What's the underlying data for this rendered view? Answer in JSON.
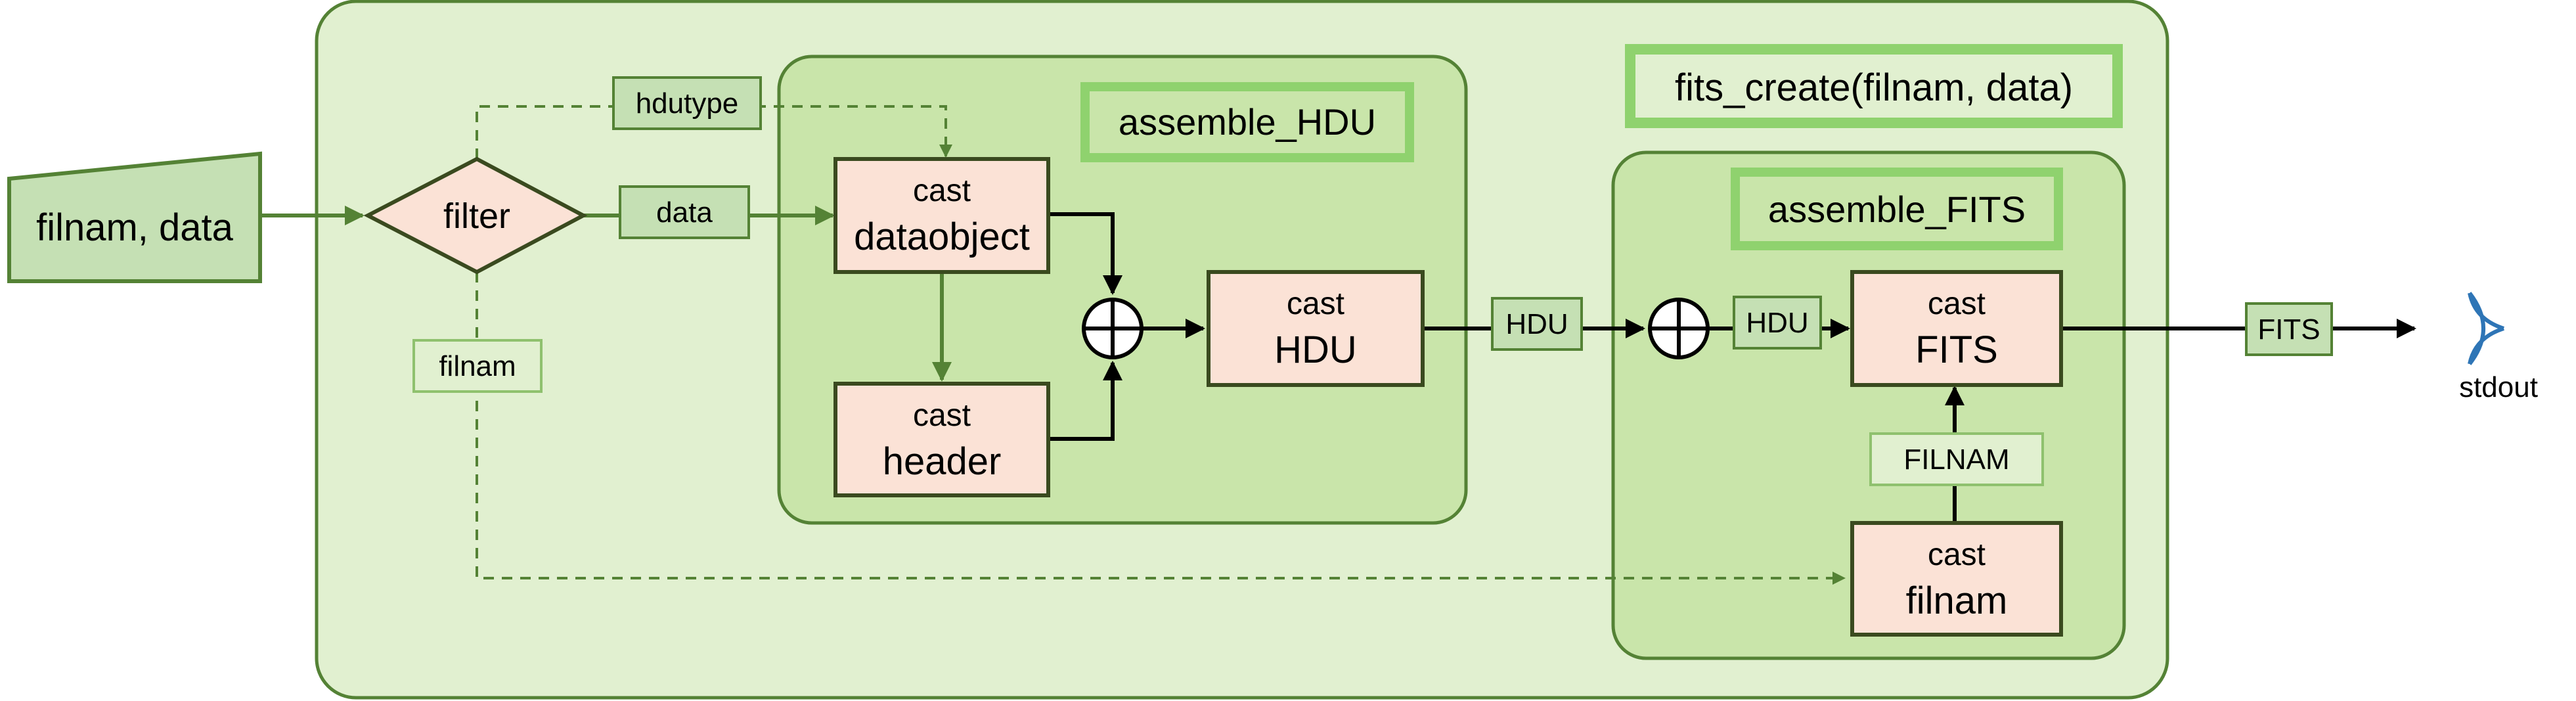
{
  "input": {
    "label": "filnam, data"
  },
  "filter": {
    "label": "filter"
  },
  "outer": {
    "title": "fits_create(filnam, data)"
  },
  "assemble_hdu": {
    "title": "assemble_HDU",
    "cast_dataobject": {
      "line1": "cast",
      "line2": "dataobject"
    },
    "cast_header": {
      "line1": "cast",
      "line2": "header"
    },
    "cast_hdu": {
      "line1": "cast",
      "line2": "HDU"
    }
  },
  "assemble_fits": {
    "title": "assemble_FITS",
    "cast_fits": {
      "line1": "cast",
      "line2": "FITS"
    },
    "cast_filnam": {
      "line1": "cast",
      "line2": "filnam"
    }
  },
  "edge_labels": {
    "hdutype": "hdutype",
    "data": "data",
    "filnam": "filnam",
    "hdu_out": "HDU",
    "hdu_in": "HDU",
    "filnam_upper": "FILNAM",
    "fits": "FITS"
  },
  "output": {
    "label": "stdout"
  },
  "colors": {
    "outer_fill": "#e1f0d0",
    "outer_stroke": "#548235",
    "inner_fill": "#c9e5aa",
    "title_stroke": "#8fd26e",
    "node_fill": "#fbe2d6",
    "node_stroke": "#3a4a1f",
    "edge_green": "#548235",
    "edge_black": "#000000",
    "label_fill": "#c5e0b4",
    "stdout_blue": "#2e75b6"
  }
}
